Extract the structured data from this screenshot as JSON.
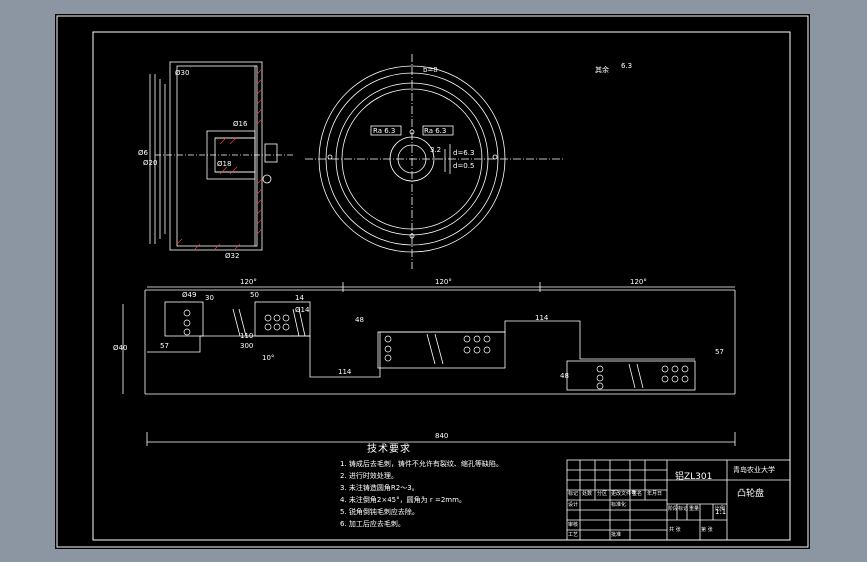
{
  "drawing": {
    "top_view": {
      "annotations": [
        "b=8",
        "Ra 6.3",
        "Ra 6.3",
        "3.2",
        "d=6.3",
        "d=0.5"
      ],
      "surface_symbol": "6.3",
      "surface_note": "其余"
    },
    "section_view": {
      "dims": [
        "Ø6",
        "Ø20",
        "Ø16",
        "Ø18",
        "Ø32",
        "Ø30"
      ]
    },
    "layout_view": {
      "angles": [
        "120°",
        "120°",
        "120°",
        "10°"
      ],
      "dims": [
        "Ø49",
        "30",
        "50",
        "14",
        "Ø14",
        "110",
        "300",
        "57",
        "Ø40",
        "114",
        "48",
        "114",
        "48",
        "57",
        "840"
      ]
    },
    "requirements": {
      "title": "技术要求",
      "items": [
        "1. 铸成后去毛刺，铸件不允许有裂纹、缩孔等缺陷。",
        "2. 进行时效处理。",
        "3. 未注铸造圆角R2～3。",
        "4. 未注倒角2×45°，圆角为 r =2mm。",
        "5. 锐角倒钝毛刺应去除。",
        "6. 加工后应去毛刺。"
      ]
    },
    "title_block": {
      "material": "铝ZL301",
      "school": "青岛农业大学",
      "part_name": "凸轮盘",
      "scale": "1:1",
      "labels_row": [
        "标记",
        "处数",
        "分区",
        "更改文件号",
        "签名",
        "年月日"
      ],
      "labels_row2": [
        "设计",
        "标准化"
      ],
      "labels_row3": [
        "审核"
      ],
      "labels_row4": [
        "工艺",
        "批准"
      ],
      "stage_labels": [
        "阶段标记",
        "重量",
        "比例"
      ],
      "sheet_labels": [
        "共 张",
        "第 张"
      ]
    }
  }
}
